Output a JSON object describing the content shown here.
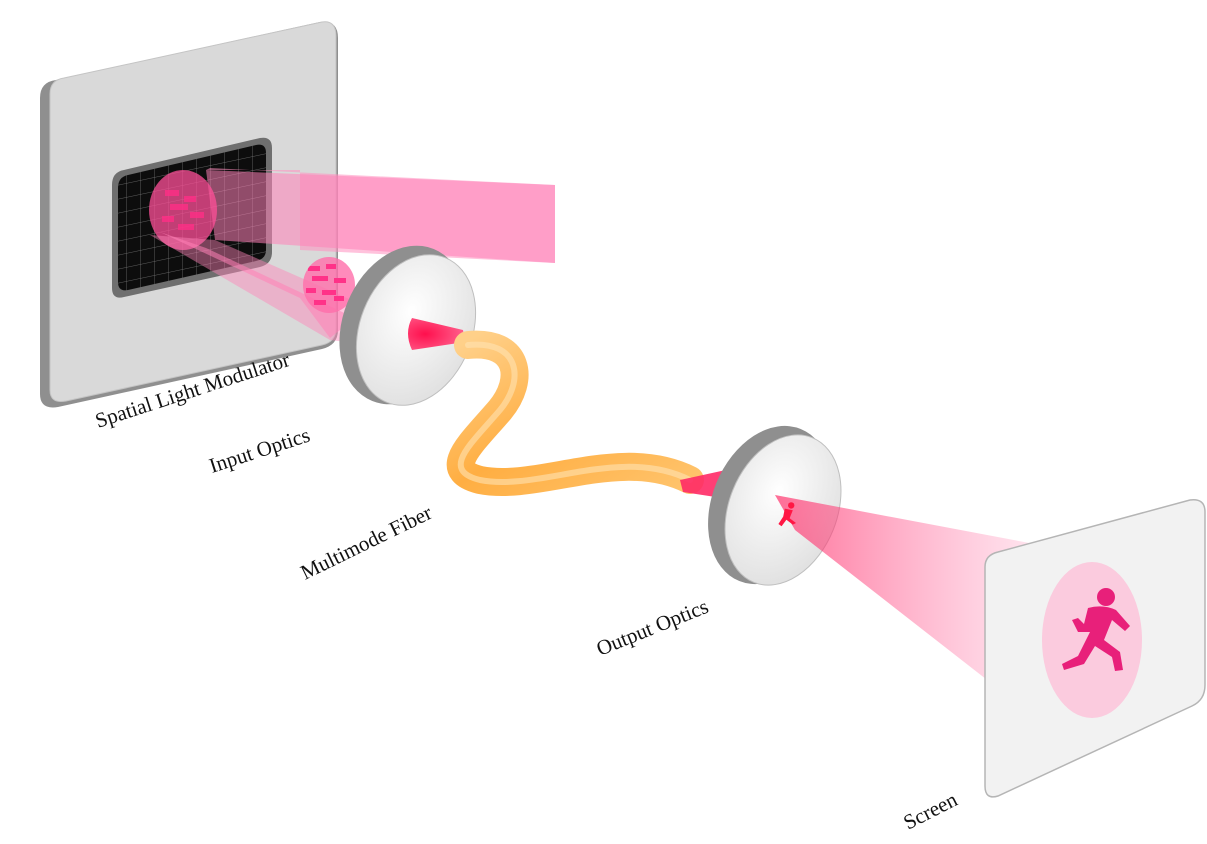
{
  "labels": {
    "slm": "Spatial Light Modulator",
    "input_optics": "Input Optics",
    "fiber": "Multimode Fiber",
    "output_optics": "Output Optics",
    "screen": "Screen"
  },
  "colors": {
    "beam": "#ff7fb6",
    "beam_core": "#ff1f55",
    "fiber": "#ffb347",
    "slm_frame": "#d6d6d6",
    "slm_edge": "#8a8a8a",
    "lens_edge": "#9a9a9a",
    "figure": "#e8207a"
  },
  "icons": [
    "running-person-icon",
    "speckle-pattern-icon"
  ]
}
